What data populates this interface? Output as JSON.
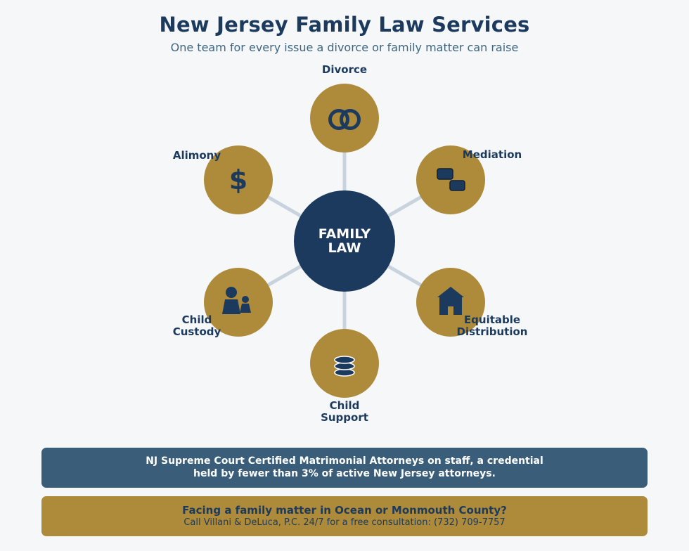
{
  "header": {
    "title": "New Jersey Family Law Services",
    "subtitle": "One team for every issue a divorce or family matter can raise"
  },
  "hub": {
    "line1": "FAMILY",
    "line2": "LAW"
  },
  "services": {
    "divorce": {
      "label": "Divorce",
      "icon": "rings-icon"
    },
    "mediation": {
      "label": "Mediation",
      "icon": "chat-bubbles-icon"
    },
    "equitable_distribution": {
      "line1": "Equitable",
      "line2": "Distribution",
      "icon": "house-icon"
    },
    "child_support": {
      "line1": "Child",
      "line2": "Support",
      "icon": "coin-stack-icon"
    },
    "child_custody": {
      "line1": "Child",
      "line2": "Custody",
      "icon": "parent-child-icon"
    },
    "alimony": {
      "label": "Alimony",
      "icon": "dollar-icon"
    }
  },
  "credential": {
    "line1": "NJ Supreme Court Certified Matrimonial Attorneys on staff, a credential",
    "line2": "held by fewer than 3% of active New Jersey attorneys."
  },
  "cta": {
    "heading": "Facing a family matter in Ocean or Monmouth County?",
    "line": "Call Villani & DeLuca, P.C. 24/7 for a free consultation:  (732) 709-7757"
  },
  "colors": {
    "navy": "#1c3a5e",
    "gold": "#ad8b3a",
    "slate": "#3a5e79",
    "spoke": "#c8d3de",
    "background": "#f5f7f9"
  }
}
